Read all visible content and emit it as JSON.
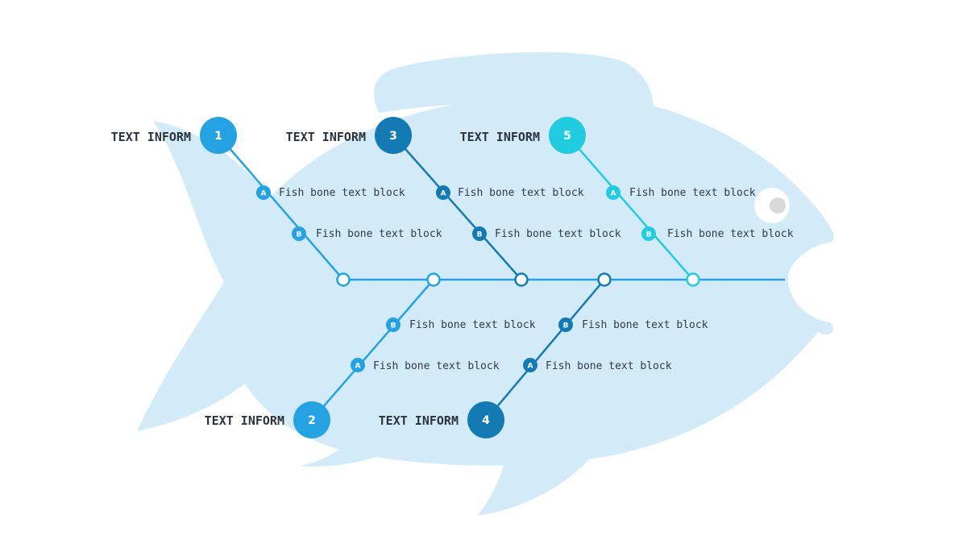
{
  "colors": {
    "fish_body": "#d3eaf8",
    "eye_outer": "#ffffff",
    "eye_inner": "#d9d9d9",
    "spine": "#2b9fdf",
    "label_text": "#2a3440"
  },
  "branches": [
    {
      "number": "1",
      "label": "TEXT INFORM",
      "color": "#25a2e2",
      "a_text": "Fish bone text block",
      "b_text": "Fish bone text block"
    },
    {
      "number": "2",
      "label": "TEXT INFORM",
      "color": "#25a2e2",
      "a_text": "Fish bone text block",
      "b_text": "Fish bone text block"
    },
    {
      "number": "3",
      "label": "TEXT INFORM",
      "color": "#147ab3",
      "a_text": "Fish bone text block",
      "b_text": "Fish bone text block"
    },
    {
      "number": "4",
      "label": "TEXT INFORM",
      "color": "#147ab3",
      "a_text": "Fish bone text block",
      "b_text": "Fish bone text block"
    },
    {
      "number": "5",
      "label": "TEXT INFORM",
      "color": "#22cce0",
      "a_text": "Fish bone text block",
      "b_text": "Fish bone text block"
    }
  ],
  "sub_letters": {
    "a": "A",
    "b": "B"
  }
}
